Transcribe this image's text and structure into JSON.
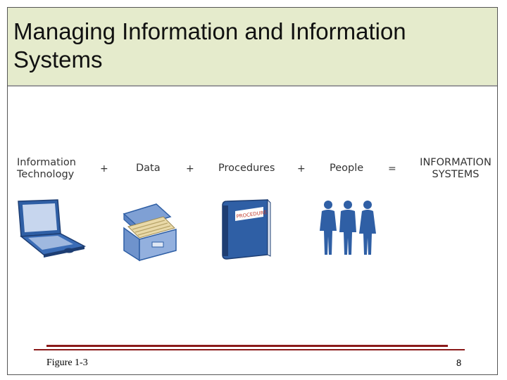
{
  "title": "Managing Information and Information Systems",
  "equation": {
    "component1": {
      "line1": "Information",
      "line2": "Technology",
      "icon": "laptop-icon"
    },
    "op1": "+",
    "component2": {
      "label": "Data",
      "icon": "file-box-icon"
    },
    "op2": "+",
    "component3": {
      "label": "Procedures",
      "binder_text": "PROCEDURES",
      "icon": "binder-icon"
    },
    "op3": "+",
    "component4": {
      "label": "People",
      "icon": "people-icon"
    },
    "op4": "=",
    "result": {
      "line1": "INFORMATION",
      "line2": "SYSTEMS"
    }
  },
  "footer": {
    "caption": "Figure 1-3",
    "page": "8"
  },
  "colors": {
    "title_bg": "#e5ebcc",
    "rule": "#8b1a1a",
    "illustration": "#2f5fa5"
  }
}
